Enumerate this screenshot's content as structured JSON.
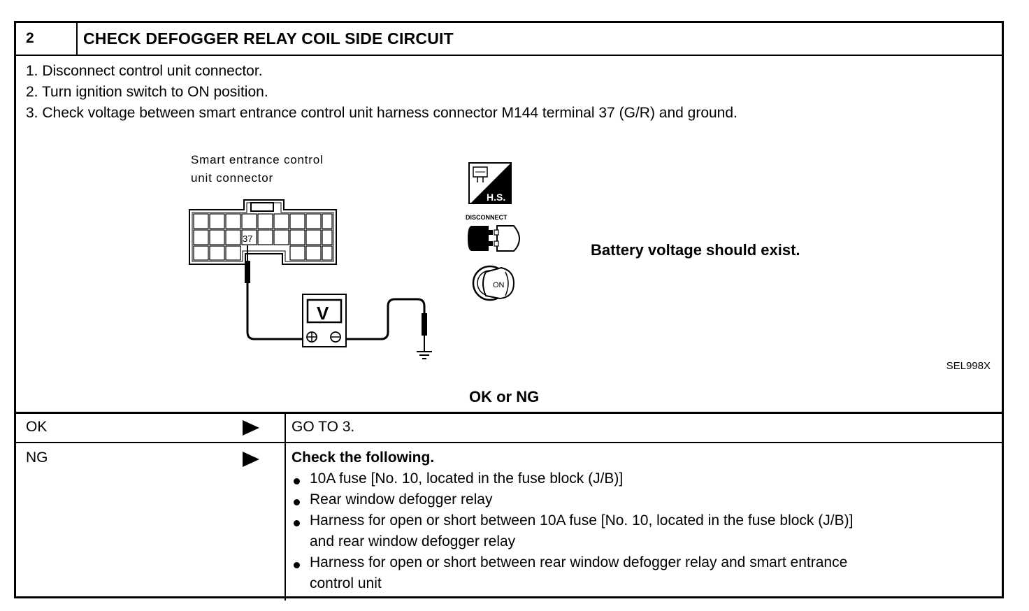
{
  "step": {
    "number": "2",
    "title": "CHECK DEFOGGER RELAY COIL SIDE CIRCUIT"
  },
  "instructions": [
    "1.  Disconnect control unit connector.",
    "2.  Turn ignition switch to ON position.",
    "3.  Check voltage between smart entrance control unit harness connector M144 terminal 37 (G/R) and ground."
  ],
  "figure": {
    "connector_label_line1": "Smart entrance control",
    "connector_label_line2": "unit connector",
    "terminal_number": "37",
    "meter_letter": "V",
    "hs_label": "H.S.",
    "disconnect_label": "DISCONNECT",
    "on_label": "ON",
    "result_text": "Battery voltage should exist.",
    "figure_code": "SEL998X",
    "icons": [
      "harness-side-icon",
      "disconnect-icon",
      "ignition-on-icon",
      "voltmeter-icon",
      "ground-icon"
    ]
  },
  "question": "OK or NG",
  "outcomes": {
    "ok": {
      "label": "OK",
      "action": "GO TO 3."
    },
    "ng": {
      "label": "NG",
      "heading": "Check the following.",
      "items": [
        "10A fuse [No. 10, located in the fuse block (J/B)]",
        "Rear window defogger relay",
        "Harness for open or short between 10A fuse [No. 10, located in the fuse block (J/B)]",
        "and rear window defogger relay",
        "Harness for open or short between rear window defogger relay and smart entrance",
        "control unit"
      ]
    }
  }
}
